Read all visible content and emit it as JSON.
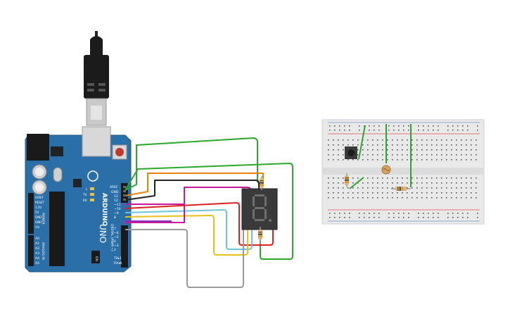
{
  "arduino": {
    "brand": "ARDUINO",
    "model": "UNO",
    "pin_aref": "AREF",
    "pin_gnd": "GND",
    "digital_pins": [
      "13",
      "12",
      "~11",
      "~10",
      "~9",
      "8",
      "7",
      "~6",
      "~5",
      "4",
      "~3",
      "2",
      "TX▸1",
      "RX◂0"
    ],
    "digital_label": "DIGITAL (PWM ~)",
    "power_pins": [
      "IOREF",
      "RESET",
      "3.3V",
      "5V",
      "GND",
      "GND",
      "Vin"
    ],
    "power_label": "POWER",
    "analog_pins": [
      "A0",
      "A1",
      "A2",
      "A3",
      "A4",
      "A5"
    ],
    "analog_label": "ANALOG IN",
    "led_labels": [
      "L",
      "TX",
      "RX"
    ],
    "on_label": "ON"
  },
  "display": {
    "digit": "8."
  },
  "colors": {
    "board": "#2a6fa8",
    "wire_green": "#2aa82a",
    "wire_orange": "#e8820c",
    "wire_black": "#222222",
    "wire_magenta": "#c8179a",
    "wire_red": "#dd2020",
    "wire_cyan": "#6cc5d8",
    "wire_yellow": "#e6c21a",
    "wire_purple": "#8a2fc0",
    "wire_gray": "#9a9a9a"
  }
}
